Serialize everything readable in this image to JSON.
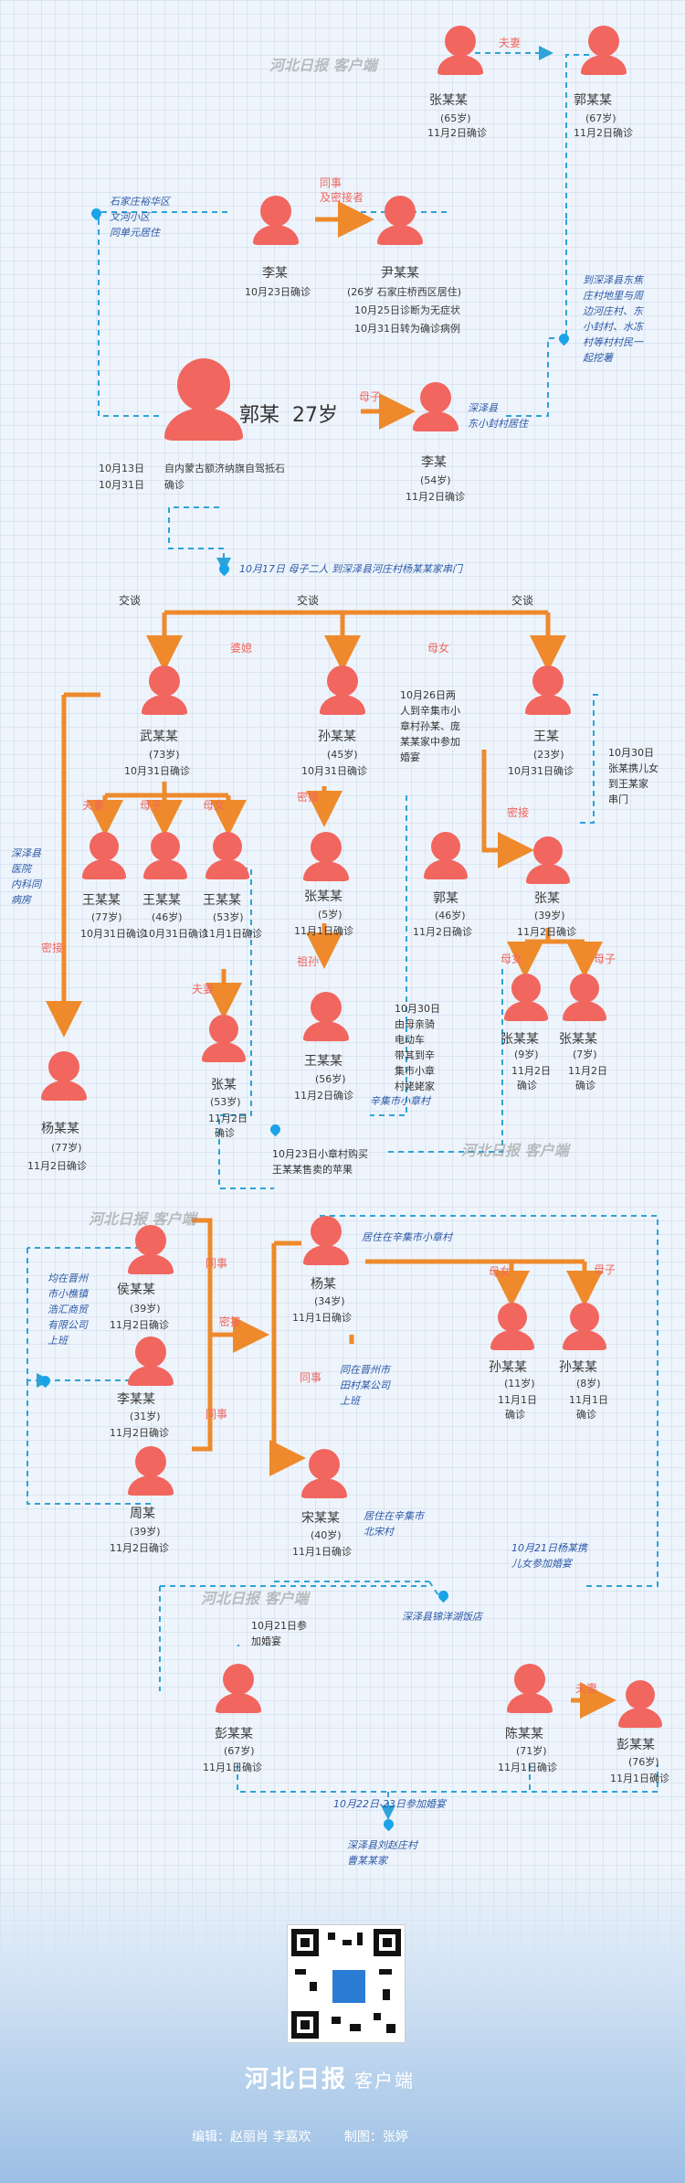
{
  "watermark": "河北日报 客户端",
  "people": {
    "zhang_top": {
      "name": "张某某",
      "age": "(65岁)",
      "date": "11月2日确诊"
    },
    "guo_top": {
      "name": "郭某某",
      "age": "(67岁)",
      "date": "11月2日确诊"
    },
    "li_1023": {
      "name": "李某",
      "date": "10月23日确诊"
    },
    "yin": {
      "name": "尹某某",
      "lines": [
        "(26岁  石家庄桥西区居住)",
        "10月25日诊断为无症状",
        "10月31日转为确诊病例"
      ]
    },
    "guo_main": {
      "name": "郭某",
      "age": "27岁",
      "lines": [
        "10月13日",
        "10月31日"
      ],
      "note": "自内蒙古额济纳旗自驾抵石",
      "note2": "确诊"
    },
    "li_mother": {
      "name": "李某",
      "age": "(54岁)",
      "date": "11月2日确诊"
    },
    "wu": {
      "name": "武某某",
      "age": "(73岁)",
      "date": "10月31日确诊"
    },
    "sun_main": {
      "name": "孙某某",
      "age": "(45岁)",
      "date": "10月31日确诊"
    },
    "wang_23": {
      "name": "王某",
      "age": "(23岁)",
      "date": "10月31日确诊"
    },
    "wang_77": {
      "name": "王某某",
      "age": "(77岁)",
      "date": "10月31日确诊"
    },
    "wang_46": {
      "name": "王某某",
      "age": "(46岁)",
      "date": "10月31日确诊"
    },
    "wang_53": {
      "name": "王某某",
      "age": "(53岁)",
      "date": "11月1日确诊"
    },
    "zhang_53": {
      "name": "张某",
      "age": "(53岁)",
      "date": "11月2日",
      "date2": "确诊"
    },
    "yang_77": {
      "name": "杨某某",
      "age": "(77岁)",
      "date": "11月2日确诊"
    },
    "zhang_5": {
      "name": "张某某",
      "age": "(5岁)",
      "date": "11月1日确诊"
    },
    "wang_56": {
      "name": "王某某",
      "age": "(56岁)",
      "date": "11月2日确诊"
    },
    "guo_46": {
      "name": "郭某",
      "age": "(46岁)",
      "date": "11月2日确诊"
    },
    "zhang_39": {
      "name": "张某",
      "age": "(39岁)",
      "date": "11月2日确诊"
    },
    "zhang_9": {
      "name": "张某某",
      "age": "(9岁)",
      "date": "11月2日",
      "date2": "确诊"
    },
    "zhang_7": {
      "name": "张某某",
      "age": "(7岁)",
      "date": "11月2日",
      "date2": "确诊"
    },
    "hou": {
      "name": "侯某某",
      "age": "(39岁)",
      "date": "11月2日确诊"
    },
    "li_31": {
      "name": "李某某",
      "age": "(31岁)",
      "date": "11月2日确诊"
    },
    "zhou": {
      "name": "周某",
      "age": "(39岁)",
      "date": "11月2日确诊"
    },
    "yang_34": {
      "name": "杨某",
      "age": "(34岁)",
      "date": "11月1日确诊"
    },
    "sun_11": {
      "name": "孙某某",
      "age": "(11岁)",
      "date": "11月1日",
      "date2": "确诊"
    },
    "sun_8": {
      "name": "孙某某",
      "age": "(8岁)",
      "date": "11月1日",
      "date2": "确诊"
    },
    "song": {
      "name": "宋某某",
      "age": "(40岁)",
      "date": "11月1日确诊"
    },
    "peng_67": {
      "name": "彭某某",
      "age": "(67岁)",
      "date": "11月1日确诊"
    },
    "chen": {
      "name": "陈某某",
      "age": "(71岁)",
      "date": "11月1日确诊"
    },
    "peng_76": {
      "name": "彭某某",
      "age": "(76岁)",
      "date": "11月1日确诊"
    }
  },
  "relations": {
    "fuqi": "夫妻",
    "tongshi": "同事",
    "jimijiechuzhe": "及密接者",
    "muzi": "母子",
    "jiaotan": "交谈",
    "posi": "婆媳",
    "munv": "母女",
    "mijie": "密接",
    "zusun": "祖孙"
  },
  "notes": {
    "sjz_home": [
      "石家庄裕华区",
      "文河小区",
      "同单元居住"
    ],
    "dongjiao": [
      "到深泽县东焦",
      "庄村地里与周",
      "边河庄村、东",
      "小封村、水冻",
      "村等村村民一",
      "起挖薯"
    ],
    "dongxiaofeng": [
      "深泽县",
      "东小封村居住"
    ],
    "trip": "10月17日 母子二人 到深泽县河庄村杨某某家串门",
    "oct26": [
      "10月26日两",
      "人到辛集市小",
      "章村孙某、庞",
      "某某家中参加",
      "婚宴"
    ],
    "oct30_zhang": [
      "10月30日",
      "张某携儿女",
      "到王某家",
      "串门"
    ],
    "hospital": [
      "深泽县",
      "医院",
      "内科同",
      "病房"
    ],
    "oct30_wang": [
      "10月30日",
      "由母亲骑",
      "电动车",
      "带其到辛",
      "集市小章",
      "村姥姥家"
    ],
    "xinji_zhang": "辛集市小章村",
    "apple": [
      "10月23日小章村购买",
      "王某某售卖的苹果"
    ],
    "jinzhou": [
      "均在晋州",
      "市小樵镇",
      "浩汇商贸",
      "有限公司",
      "上班"
    ],
    "yang_live": "居住在辛集市小章村",
    "tiancun": [
      "同在晋州市",
      "田村某公司",
      "上班"
    ],
    "song_live": [
      "居住在辛集市",
      "北宋村"
    ],
    "oct21_wed": [
      "10月21日杨某携",
      "儿女参加婚宴"
    ],
    "hotel": "深泽县锦洋湖饭店",
    "oct21": [
      "10月21日参",
      "加婚宴"
    ],
    "oct22": "10月22日-23日参加婚宴",
    "zhaocun": [
      "深泽县刘赵庄村",
      "曹某某家"
    ]
  },
  "footer": {
    "logo": "河北日报",
    "logo_sub": "客户端",
    "editors": "编辑：赵丽肖   李嘉欢",
    "design": "制图：张婷"
  },
  "colors": {
    "accent": "#f1665f",
    "line": "#ee8a2c",
    "dashed": "#2ea3d8",
    "note": "#2e5aa8"
  }
}
